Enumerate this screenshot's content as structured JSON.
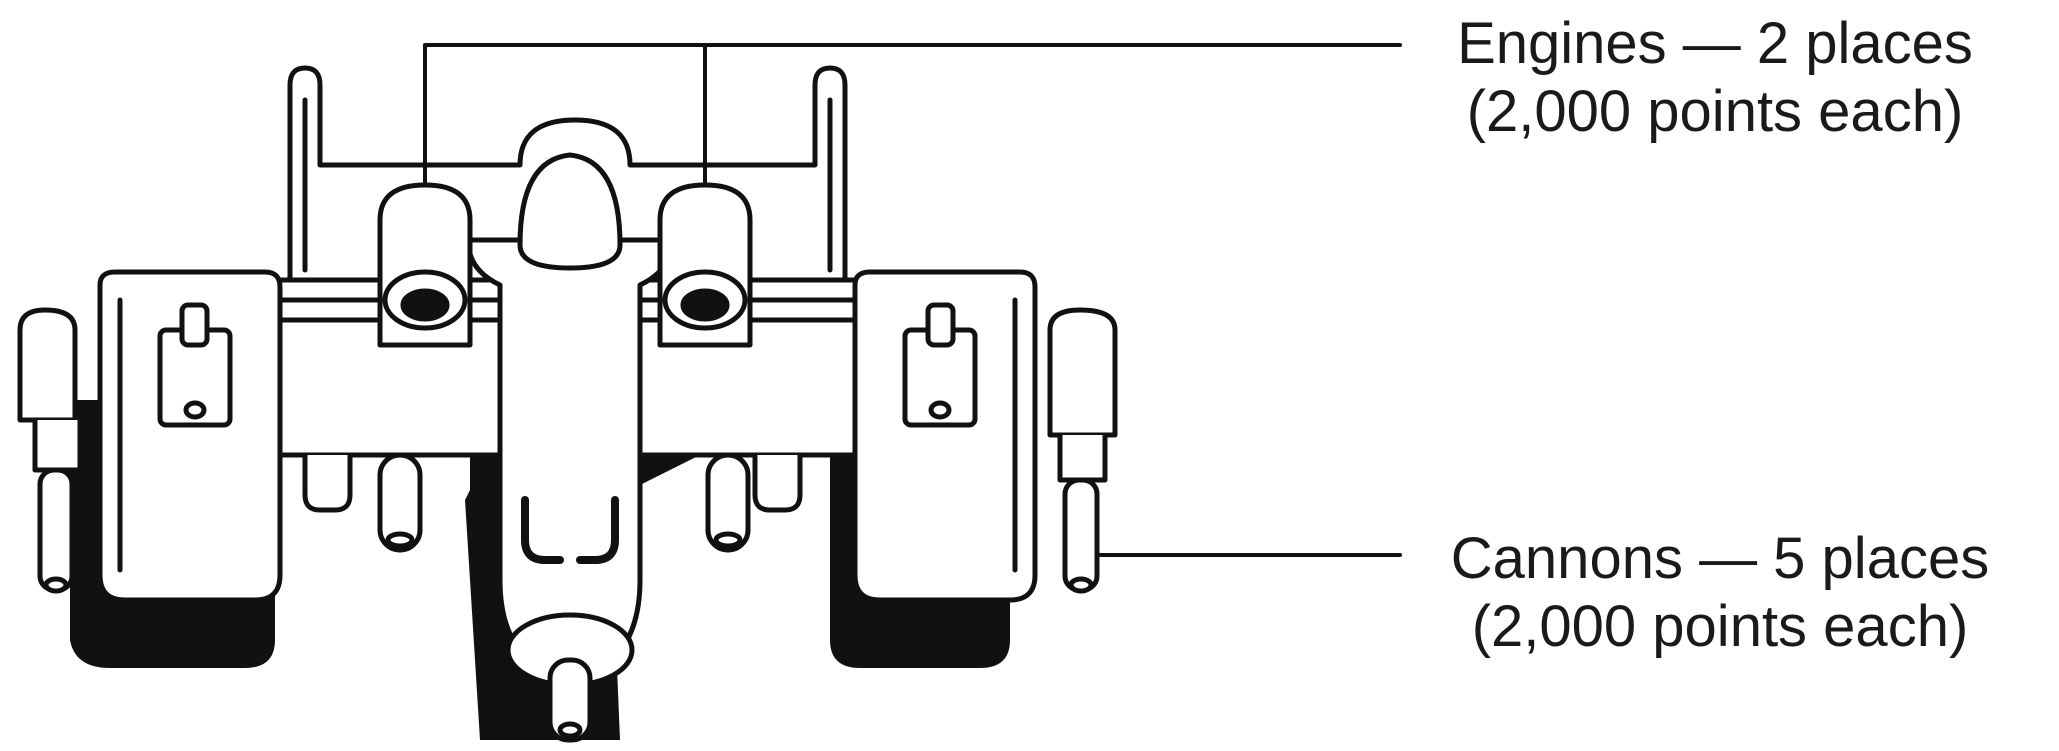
{
  "diagram": {
    "callouts": {
      "engines": {
        "line1": "Engines — 2 places",
        "line2": "(2,000 points each)"
      },
      "cannons": {
        "line1": "Cannons — 5 places",
        "line2": "(2,000 points each)"
      }
    },
    "colors": {
      "ink": "#111111",
      "paper": "#ffffff"
    }
  }
}
